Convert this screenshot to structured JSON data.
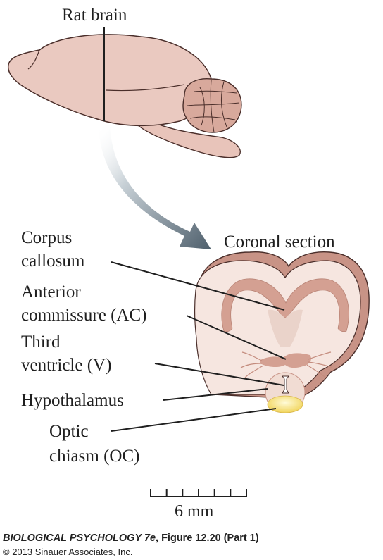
{
  "labels": {
    "rat_brain": "Rat brain",
    "coronal_section": "Coronal section",
    "corpus_callosum_1": "Corpus",
    "corpus_callosum_2": "callosum",
    "anterior_commissure_1": "Anterior",
    "anterior_commissure_2": "commissure (AC)",
    "third_ventricle_1": "Third",
    "third_ventricle_2": "ventricle (V)",
    "hypothalamus": "Hypothalamus",
    "optic_chiasm_1": "Optic",
    "optic_chiasm_2": "chiasm (OC)",
    "scale_bar": "6 mm"
  },
  "credit": {
    "book_title": "BIOLOGICAL PSYCHOLOGY 7e",
    "figure_ref": ", Figure 12.20 (Part 1)",
    "copyright": "© 2013 Sinauer Associates, Inc."
  },
  "colors": {
    "brain_fill": "#eac9c0",
    "brain_shadow": "#d9aea3",
    "cerebellum_fill": "#d8a99c",
    "outline": "#4a2e2a",
    "section_fill": "#f6e6e0",
    "section_rim": "#c89386",
    "white_matter": "#d4a092",
    "arrow_dark": "#4e5f6c",
    "optic_chiasm": "#f5df6e"
  }
}
